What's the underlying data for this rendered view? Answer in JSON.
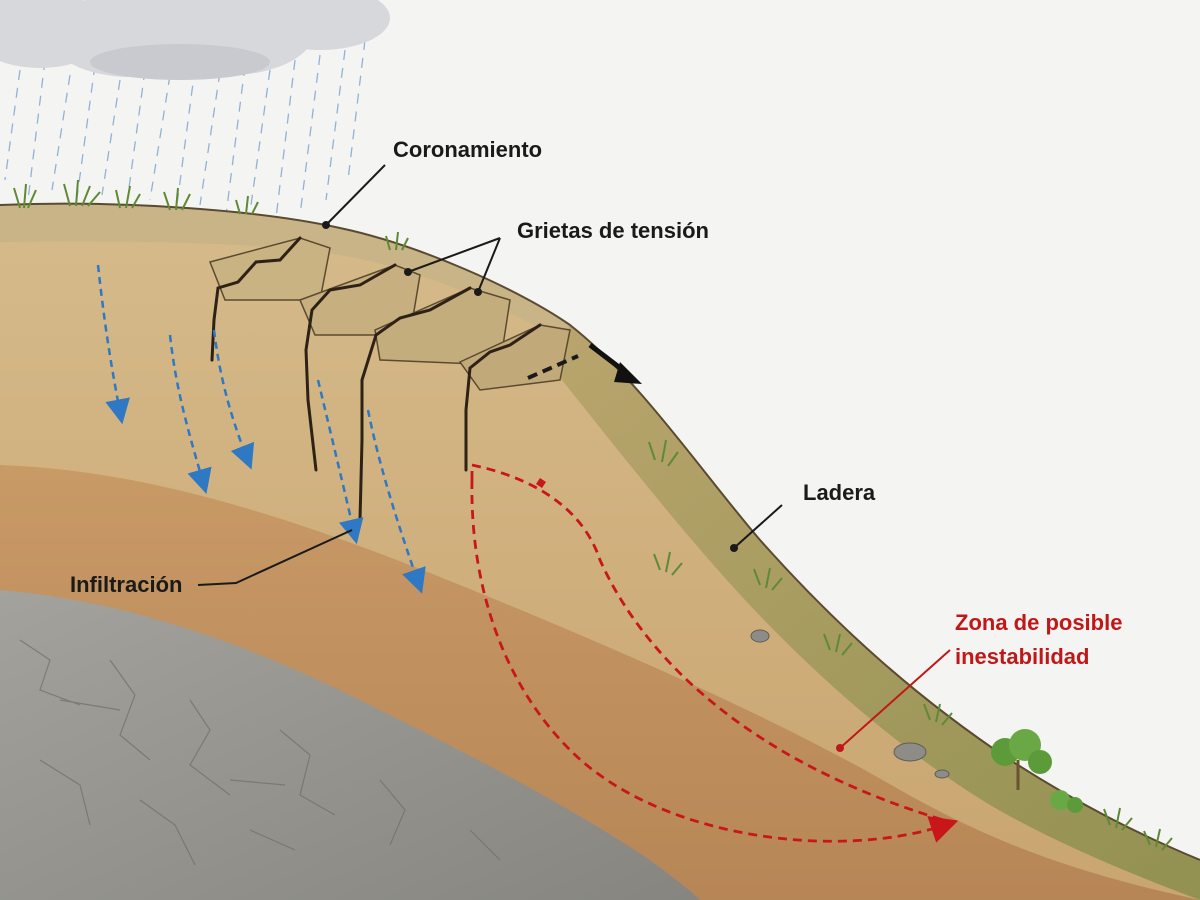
{
  "labels": {
    "crown": "Coronamiento",
    "tension_cracks": "Grietas de tensión",
    "slope": "Ladera",
    "infiltration": "Infiltración",
    "instability_line1": "Zona de posible",
    "instability_line2": "inestabilidad"
  },
  "colors": {
    "sky": "#f4f4f2",
    "rain": "#4f86c6",
    "topsoil": "#c9b48a",
    "soil": "#d2b07a",
    "deep_soil": "#c49664",
    "bedrock": "#9a9994",
    "vegetation": "#7a8c4a",
    "infiltration_arrow": "#2f78c4",
    "instability_arrow": "#c8161b",
    "leader_line": "#1a1a1a"
  },
  "icons": {
    "cloud": "cloud-icon",
    "movement_arrow": "arrow-down-right-icon",
    "shrub": "shrub-icon"
  }
}
